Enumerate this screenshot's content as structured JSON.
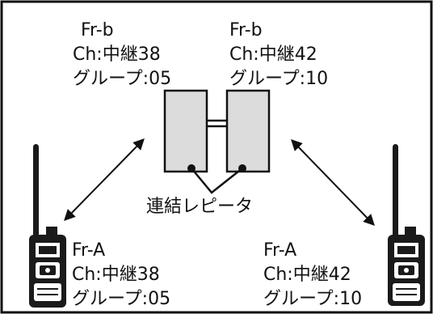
{
  "repeater_left": {
    "freq": "Fr-b",
    "channel": "Ch:中継38",
    "group": "グループ:05"
  },
  "repeater_right": {
    "freq": "Fr-b",
    "channel": "Ch:中継42",
    "group": "グループ:10"
  },
  "repeater_caption": "連結レピータ",
  "radio_left": {
    "freq": "Fr-A",
    "channel": "Ch:中継38",
    "group": "グループ:05"
  },
  "radio_right": {
    "freq": "Fr-A",
    "channel": "Ch:中継42",
    "group": "グループ:10"
  },
  "colors": {
    "line": "#111111",
    "repeater_fill": "#dcdcdc",
    "radio_body": "#1a1a1a",
    "frame": "#111111"
  }
}
